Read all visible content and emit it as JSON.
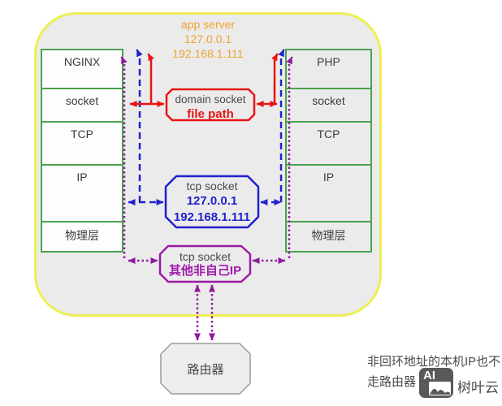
{
  "colors": {
    "container_border_yellow": "#edef55",
    "container_fill_gray": "#ebebeb",
    "stack_border_green": "#4aa34e",
    "title_orange": "#f0a22e",
    "domain_socket_red": "#e91414",
    "tcp_socket_blue": "#2121cd",
    "tcp_other_purple": "#9a1ba5",
    "router_border_gray": "#9a9a9a",
    "text_gray": "#4a4a4a",
    "logo_bg_gray": "#58595b"
  },
  "app_server": {
    "title": "app server",
    "ip1": "127.0.0.1",
    "ip2": "192.168.1.111"
  },
  "left_stack": {
    "rows": [
      "NGINX",
      "socket",
      "TCP",
      "IP",
      "物理层"
    ]
  },
  "right_stack": {
    "rows": [
      "PHP",
      "socket",
      "TCP",
      "IP",
      "物理层"
    ]
  },
  "domain_socket_box": {
    "line1": "domain socket",
    "line2": "file path"
  },
  "tcp_socket_box": {
    "line1": "tcp socket",
    "ip1": "127.0.0.1",
    "ip2": "192.168.1.111"
  },
  "tcp_other_box": {
    "line1": "tcp socket",
    "line2": "其他非自己IP"
  },
  "router": {
    "label": "路由器"
  },
  "annotation": {
    "line1": "非回环地址的本机IP也不",
    "line2": "走路由器",
    "logo_text": "AI",
    "brand": "树叶云"
  }
}
